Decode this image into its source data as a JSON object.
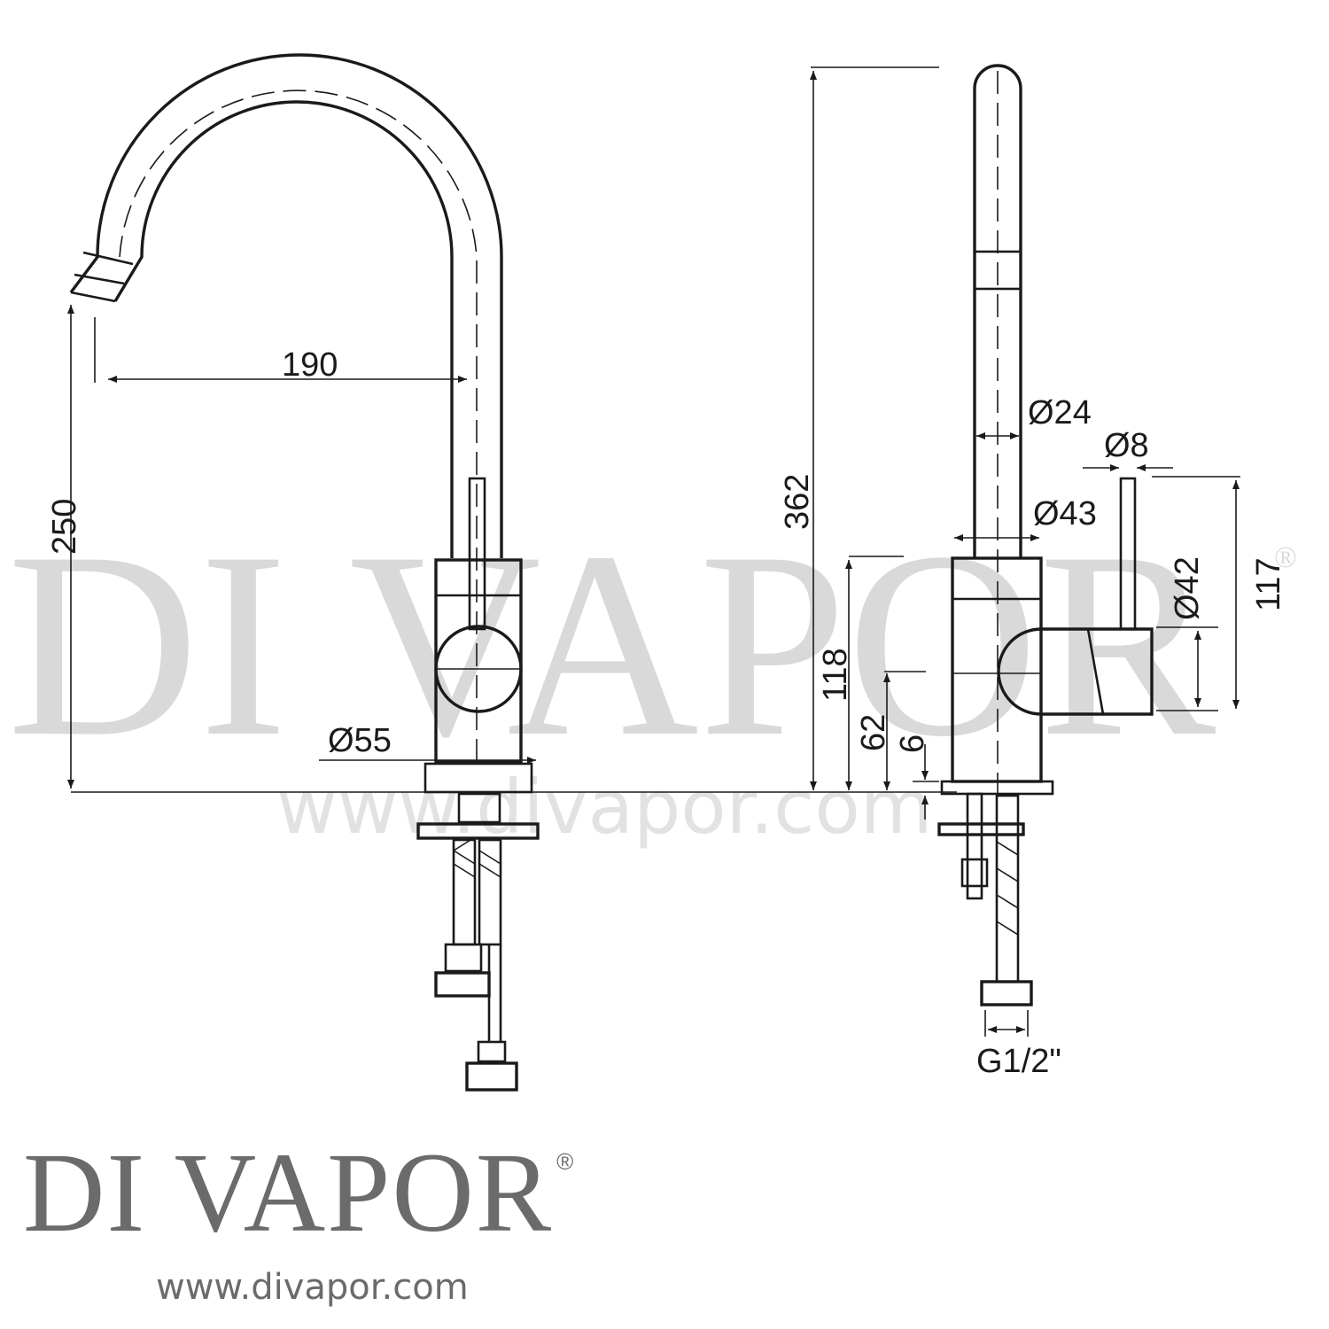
{
  "watermark": {
    "name": "DI VAPOR",
    "registered": "®",
    "url": "www.divapor.com"
  },
  "front_view": {
    "dim_reach": "190",
    "dim_spout_height": "250",
    "dim_base_diameter": "Ø55"
  },
  "side_view": {
    "dim_overall_height": "362",
    "dim_spout_diameter": "Ø24",
    "dim_lever_diameter": "Ø8",
    "dim_body_diameter": "Ø43",
    "dim_handle_diameter": "Ø42",
    "dim_lever_height": "117",
    "dim_body_height": "118",
    "dim_handle_center": "62",
    "dim_base_thickness": "6",
    "dim_connection": "G1/2\""
  },
  "brand": {
    "name": "DI VAPOR",
    "registered": "®",
    "url": "www.divapor.com"
  }
}
